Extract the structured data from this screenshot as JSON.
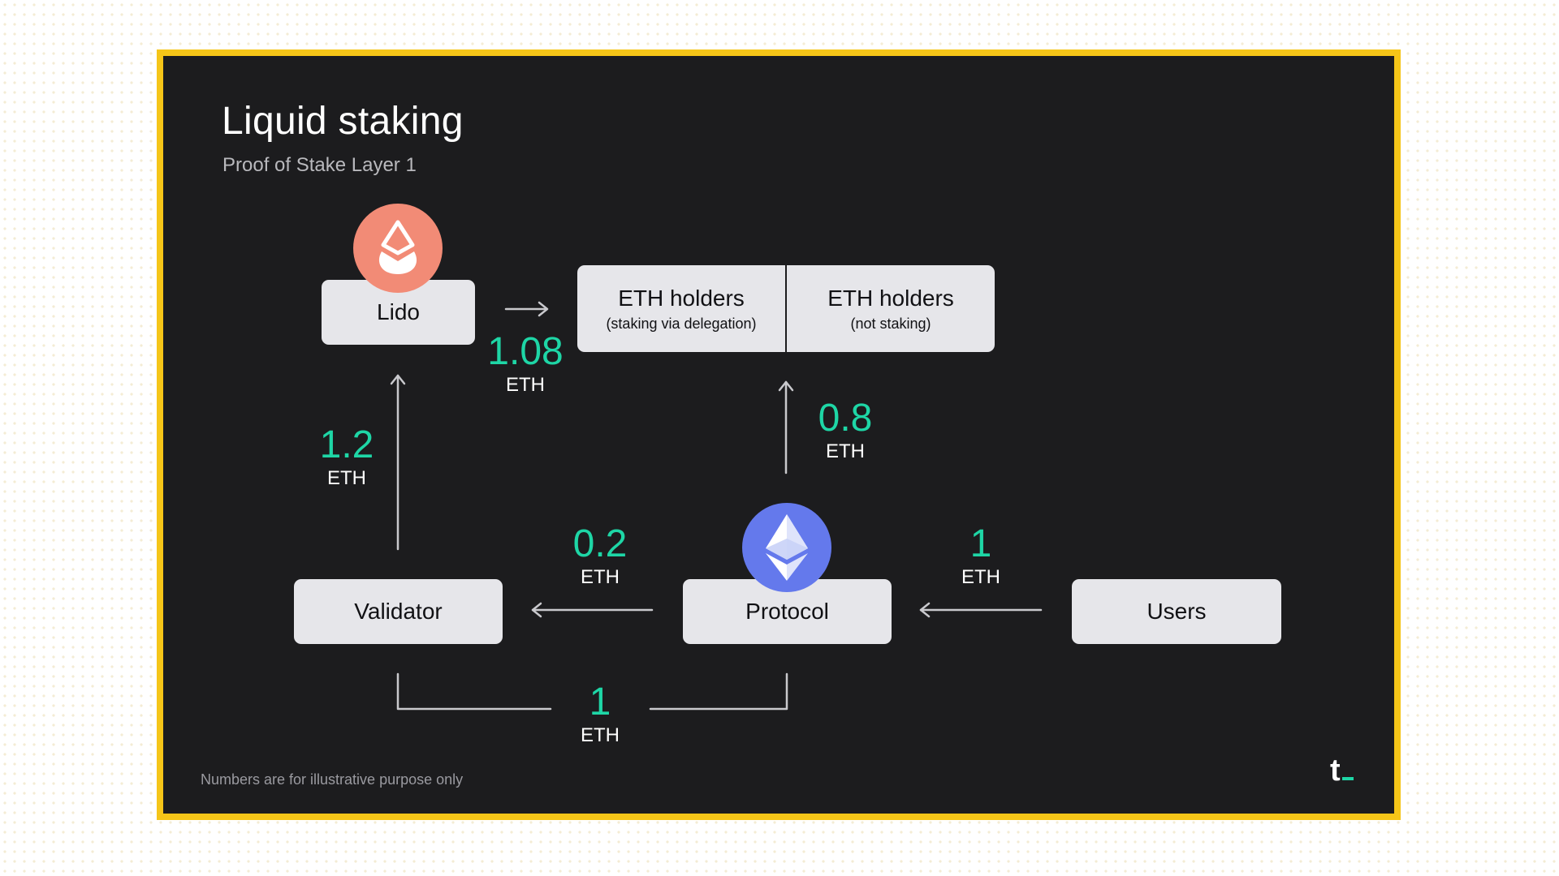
{
  "slide": {
    "title": "Liquid staking",
    "subtitle": "Proof of Stake Layer 1",
    "footnote": "Numbers are for illustrative purpose only",
    "brand": "t"
  },
  "nodes": {
    "lido": "Lido",
    "holders_delegating": {
      "title": "ETH holders",
      "note": "(staking via delegation)"
    },
    "holders_not_staking": {
      "title": "ETH holders",
      "note": "(not staking)"
    },
    "validator": "Validator",
    "protocol": "Protocol",
    "users": "Users"
  },
  "flows": {
    "lido_to_holders": {
      "amount": "1.08",
      "unit": "ETH"
    },
    "validator_to_lido": {
      "amount": "1.2",
      "unit": "ETH"
    },
    "protocol_to_holders": {
      "amount": "0.8",
      "unit": "ETH"
    },
    "protocol_to_validator": {
      "amount": "0.2",
      "unit": "ETH"
    },
    "users_to_protocol": {
      "amount": "1",
      "unit": "ETH"
    },
    "protocol_validator_stake": {
      "amount": "1",
      "unit": "ETH"
    }
  },
  "colors": {
    "frame": "#f5c518",
    "background": "#1c1c1e",
    "accent_amount": "#1ed6a6",
    "lido_icon": "#f28b76",
    "ethereum_icon": "#6479ec",
    "node_fill": "#e6e6ea"
  },
  "icons": {
    "lido": "lido-logo-icon",
    "protocol": "ethereum-logo-icon"
  }
}
